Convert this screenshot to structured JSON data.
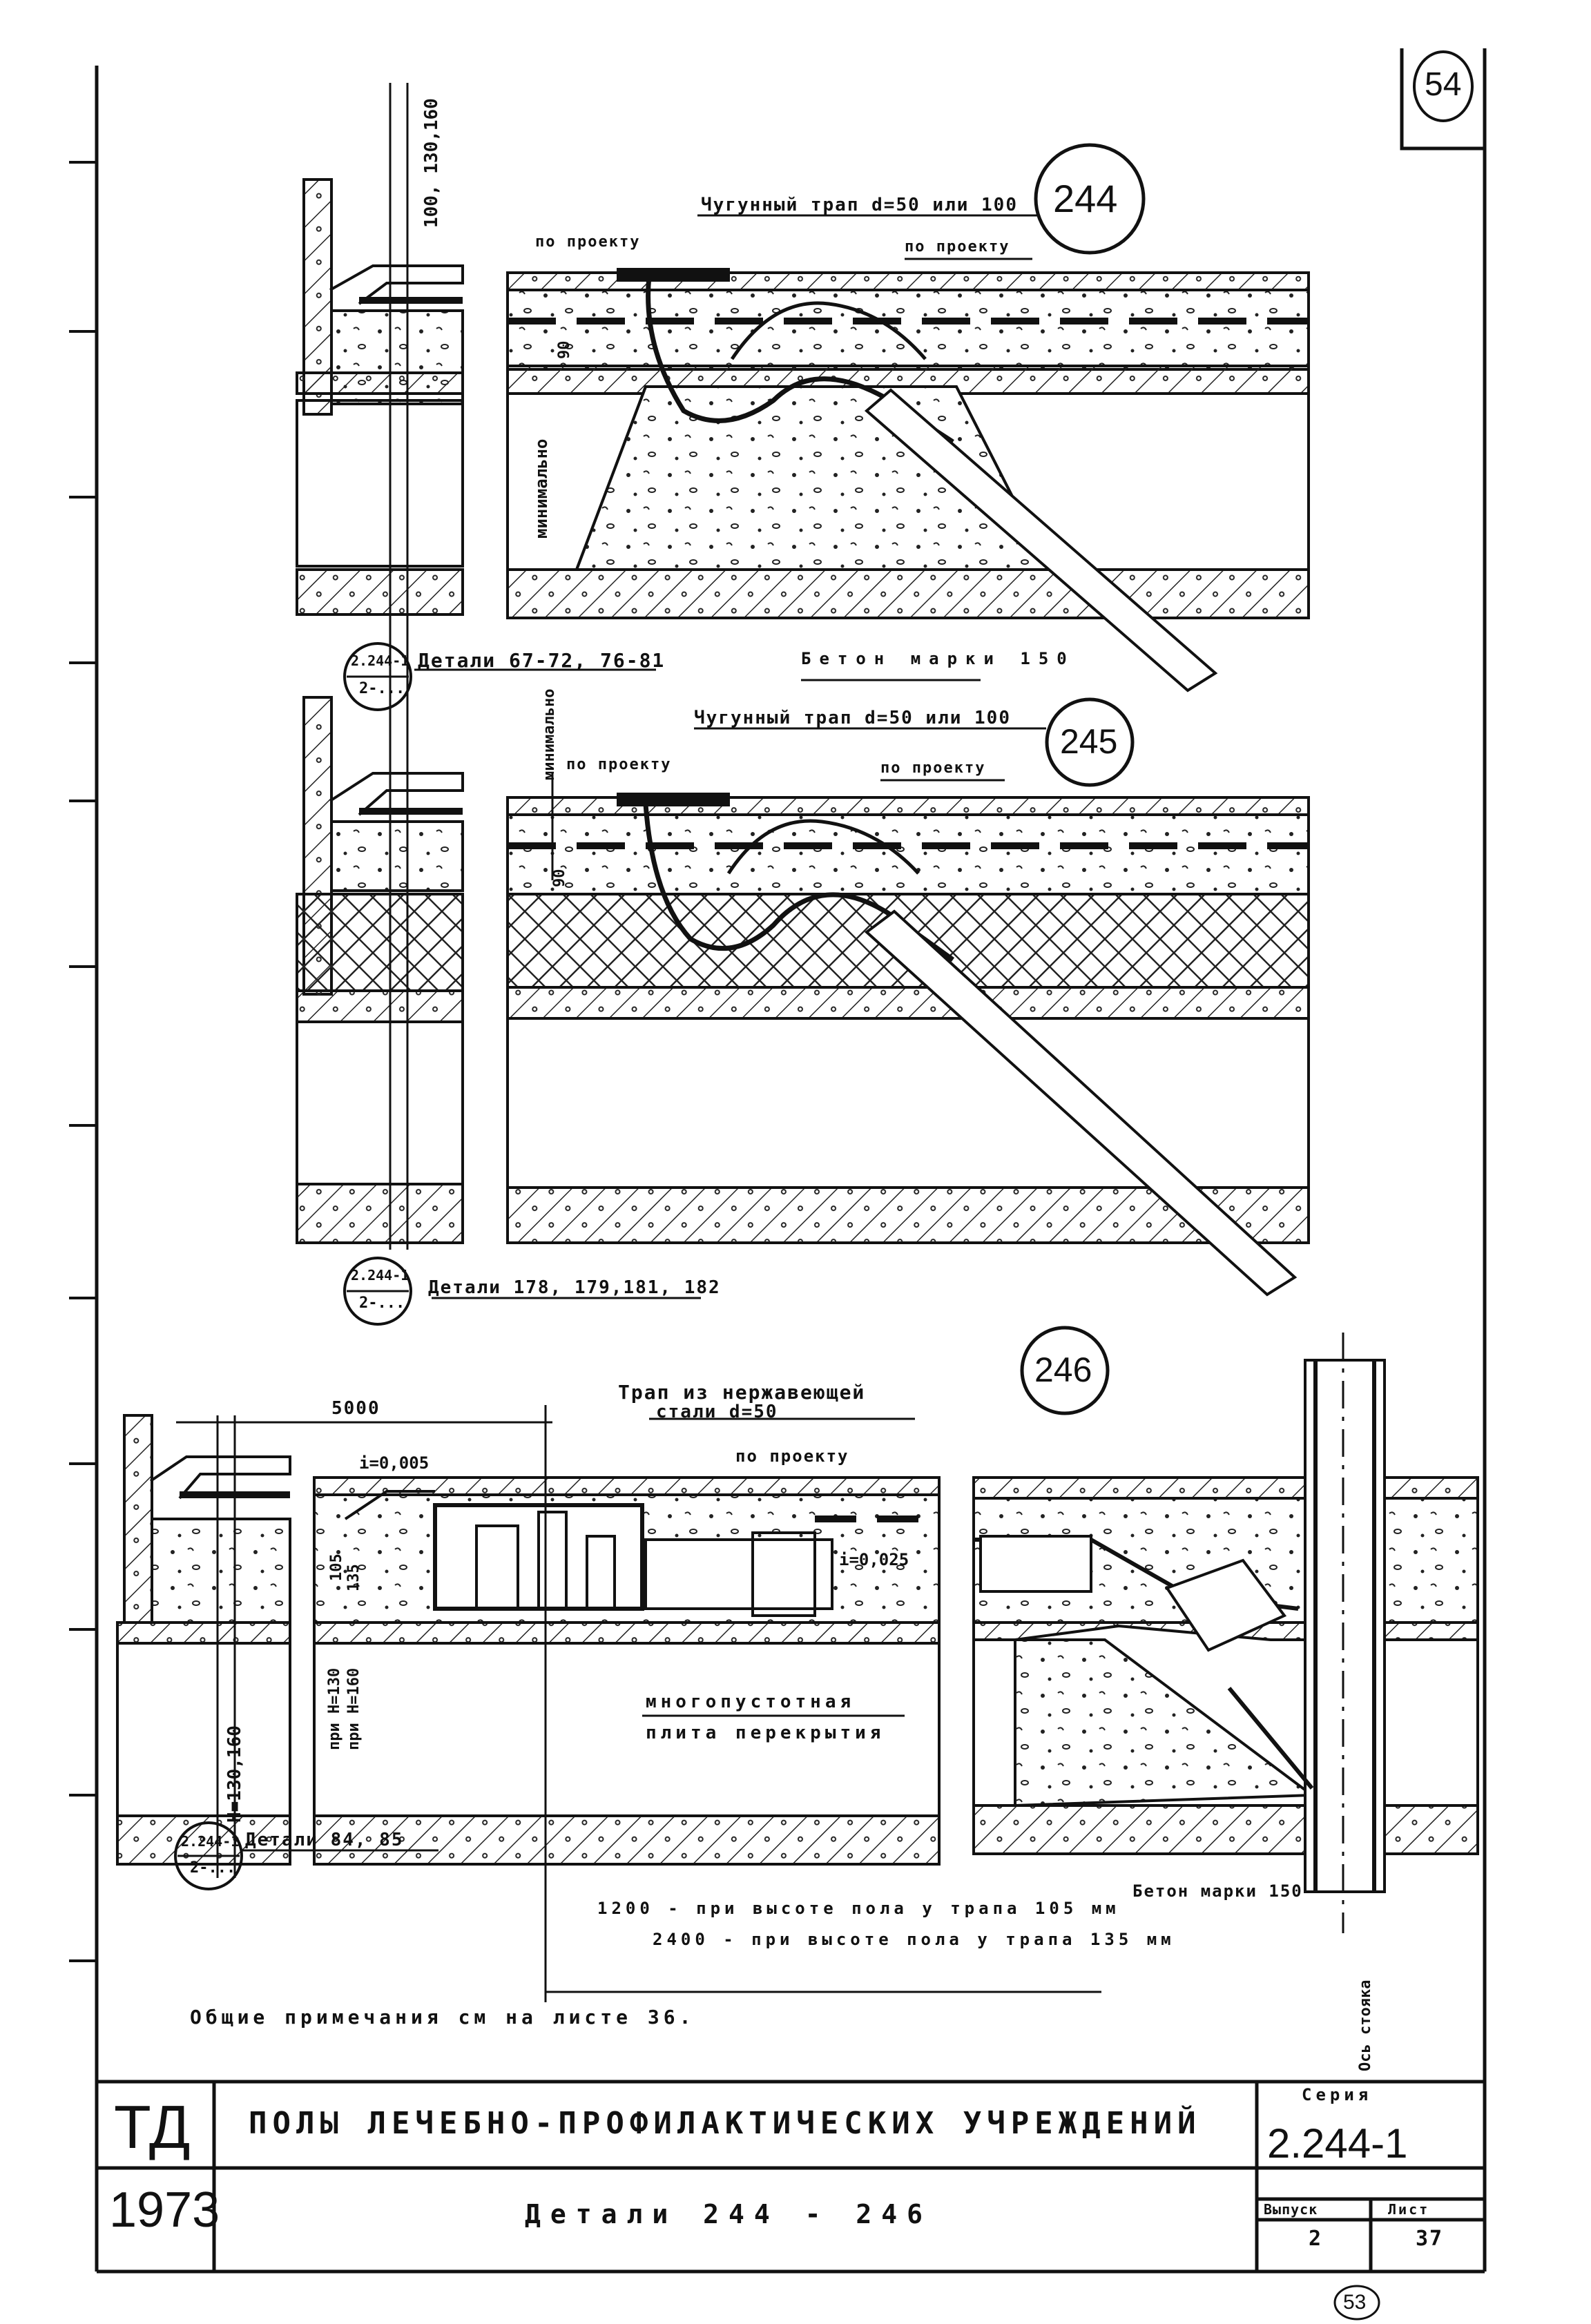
{
  "sheet": {
    "page_number": "54",
    "stamp": "53",
    "general_notes": "Общие примечания  см  на листе 36.",
    "axis_label": "Ось стояка"
  },
  "detail_244": {
    "number": "244",
    "trap_label": "Чугунный трап d=50 или 100",
    "by_project_left": "по проекту",
    "by_project_right": "по проекту",
    "dim_top": "100, 130,160",
    "dim_90": "90",
    "minimum": "минимально",
    "concrete": "Бетон марки 150",
    "ref_top": "2.244-1",
    "ref_bottom": "2-...",
    "ref_text": "Детали 67-72, 76-81"
  },
  "detail_245": {
    "number": "245",
    "trap_label": "Чугунный трап d=50 или 100",
    "by_project_left": "по проекту",
    "by_project_right": "по проекту",
    "dim_90": "90",
    "minimum": "минимально",
    "ref_top": "2.244-1",
    "ref_bottom": "2-...",
    "ref_text": "Детали 178, 179,181, 182"
  },
  "detail_246": {
    "number": "246",
    "trap_label_1": "Трап из нержавеющей",
    "trap_label_2": "стали d=50",
    "by_project": "по проекту",
    "dim_5000": "5000",
    "slope_1": "i=0,005",
    "slope_2": "i=0,025",
    "dim_105": "105",
    "dim_135": "135",
    "height_1": "при H=130",
    "height_2": "при H=160",
    "h_dim": "H=130,160",
    "slab_1": "многопустотная",
    "slab_2": "плита перекрытия",
    "concrete": "Бетон марки 150",
    "note_1": "1200 - при высоте пола у трапа 105 мм",
    "note_2": "2400 - при высоте пола у трапа 135 мм",
    "ref_top": "2.244-1",
    "ref_bottom": "2-...",
    "ref_text": "Детали 84, 85"
  },
  "title_block": {
    "org": "ТД",
    "year": "1973",
    "title": "ПОЛЫ ЛЕЧЕБНО-ПРОФИЛАКТИЧЕСКИХ УЧРЕЖДЕНИЙ",
    "subtitle": "Детали 244 - 246",
    "series_label": "Серия",
    "series_value": "2.244-1",
    "issue_label": "Выпуск",
    "issue_value": "2",
    "sheet_label": "Лист",
    "sheet_value": "37"
  }
}
